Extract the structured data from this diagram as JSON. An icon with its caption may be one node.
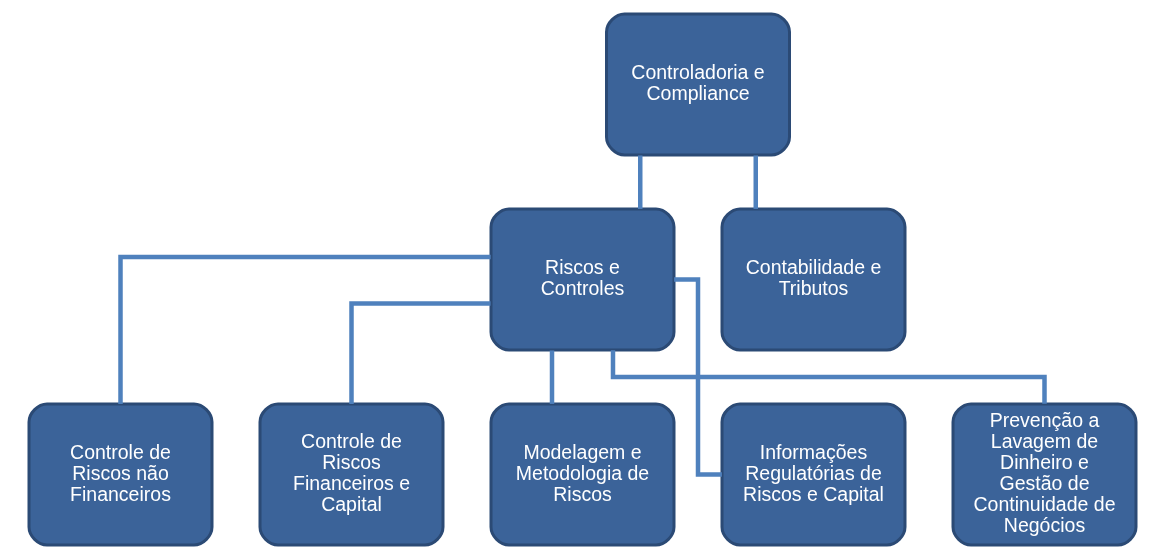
{
  "diagram": {
    "nodes": [
      {
        "text": [
          "Controladoria e Compliance"
        ]
      },
      {
        "text": [
          "Riscos e Controles"
        ]
      },
      {
        "text": [
          "Contabilidade e Tributos"
        ]
      },
      {
        "text": [
          "Controle de Riscos não Financeiros"
        ]
      },
      {
        "text": [
          "Controle de Riscos Financeiros e Capital"
        ]
      },
      {
        "text": [
          "Modelagem e Metodologia de Riscos"
        ]
      },
      {
        "text": [
          "Informações Regulatórias de Riscos e Capital"
        ]
      },
      {
        "text": [
          "Prevenção a Lavagem de Dinheiro e Gestão de Continuidade de Negócios"
        ]
      }
    ],
    "edges": [
      {
        "from": 0,
        "to": 1,
        "arrow": "none"
      },
      {
        "from": 0,
        "to": 2,
        "arrow": "none"
      },
      {
        "from": 1,
        "to": 3,
        "arrow": "none"
      },
      {
        "from": 1,
        "to": 4,
        "arrow": "none"
      },
      {
        "from": 1,
        "to": 5,
        "arrow": "none"
      },
      {
        "from": 1,
        "to": 6,
        "arrow": "none"
      },
      {
        "from": 1,
        "to": 7,
        "arrow": "none"
      }
    ]
  }
}
